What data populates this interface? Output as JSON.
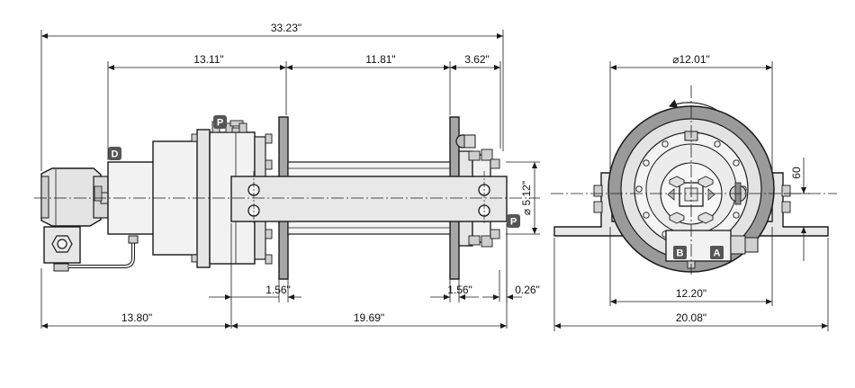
{
  "dimensions": {
    "overall_length": "33.23\"",
    "motor_to_drum": "13.11\"",
    "drum_width": "11.81\"",
    "bearing_end": "3.62\"",
    "drum_diameter": "⌀ 5.12\"",
    "flange_left": "1.56\"",
    "flange_right": "1.56\"",
    "end_gap": "0.26\"",
    "base_left": "13.80\"",
    "base_right": "19.69\"",
    "end_diameter": "⌀12.01\"",
    "mount_width": "12.20\"",
    "end_total_width": "20.08\"",
    "mount_height": "60"
  },
  "labels": {
    "port_p_top": "P",
    "port_p_side": "P",
    "port_d": "D",
    "port_b": "B",
    "port_a": "A"
  },
  "colors": {
    "line": "#1a1a1a",
    "body_gray": "#d9d9d9",
    "dark_gray": "#8c8c8c",
    "label_bg": "#555555"
  }
}
